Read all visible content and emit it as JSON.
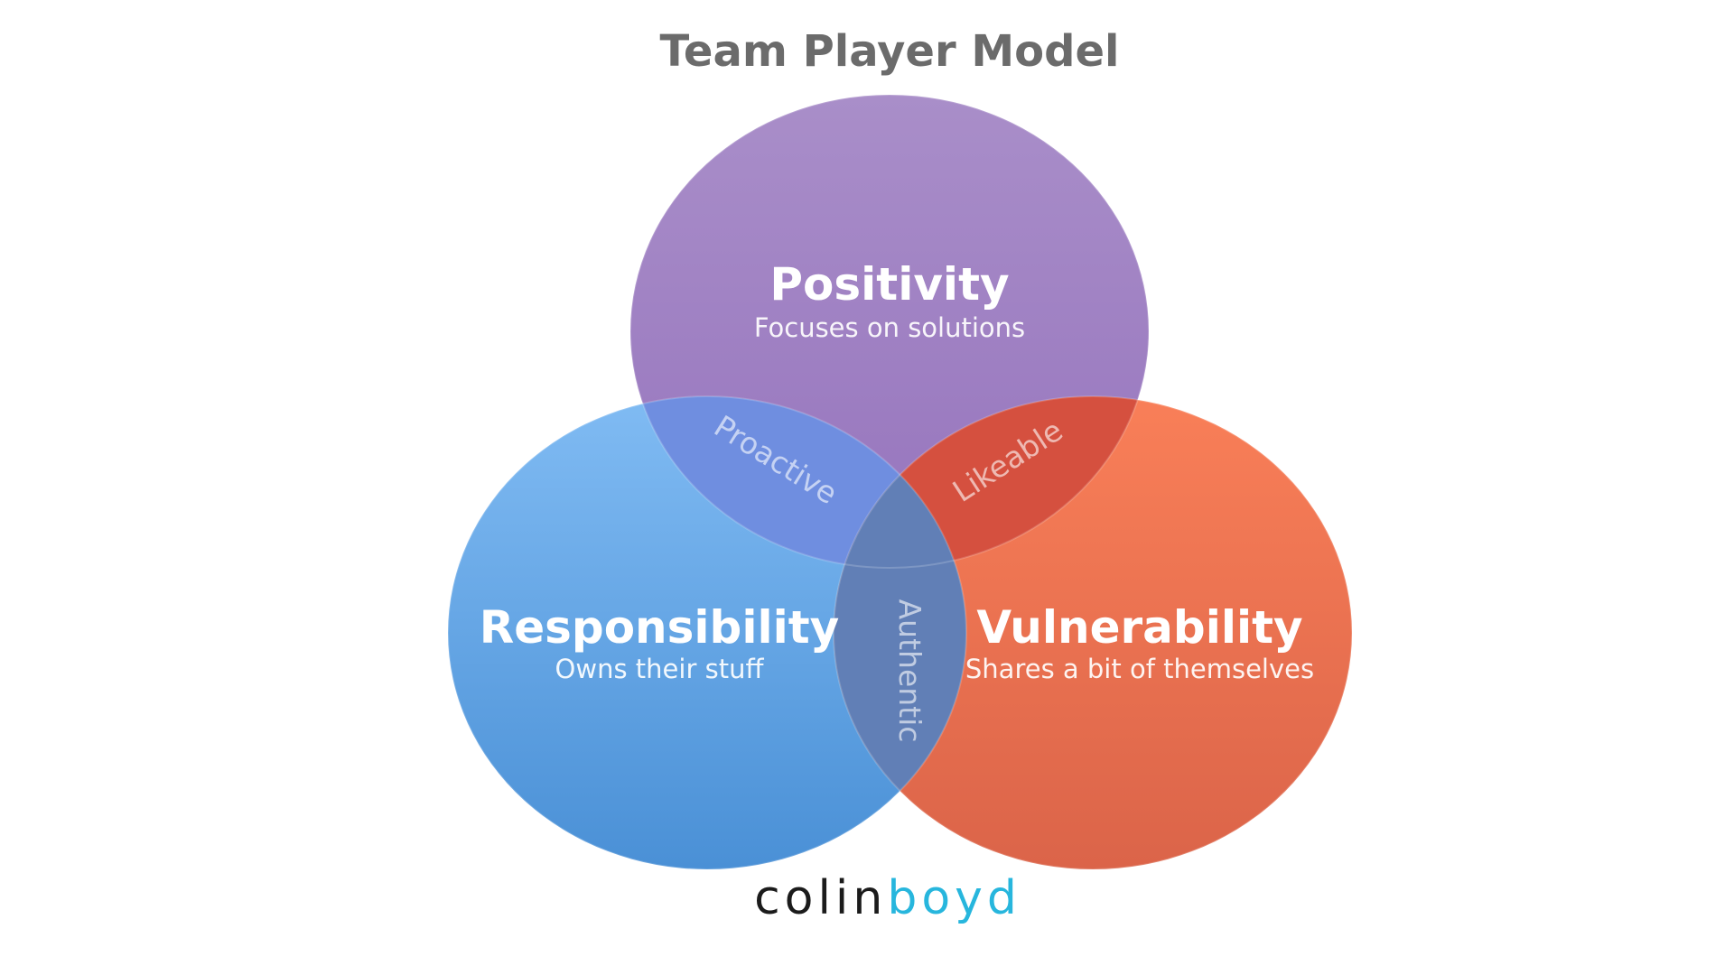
{
  "title": "Team Player Model",
  "circles": [
    {
      "key": "positivity",
      "label": "Positivity",
      "description": "Focuses on solutions",
      "color": "#a07cc2"
    },
    {
      "key": "responsibility",
      "label": "Responsibility",
      "description": "Owns their stuff",
      "color": "#66a8e8"
    },
    {
      "key": "vulnerability",
      "label": "Vulnerability",
      "description": "Shares a bit of themselves",
      "color": "#ec6e4e"
    }
  ],
  "overlaps": [
    {
      "key": "positivity-responsibility",
      "label": "Proactive",
      "color": "#6f8ee0"
    },
    {
      "key": "positivity-vulnerability",
      "label": "Likeable",
      "color": "#d5503f"
    },
    {
      "key": "responsibility-vulnerability",
      "label": "Authentic",
      "color": "#617fb6"
    }
  ],
  "brand": {
    "part1": "colin",
    "part2": "boyd",
    "color1": "#1b1b1b",
    "color2": "#27b6dd"
  }
}
